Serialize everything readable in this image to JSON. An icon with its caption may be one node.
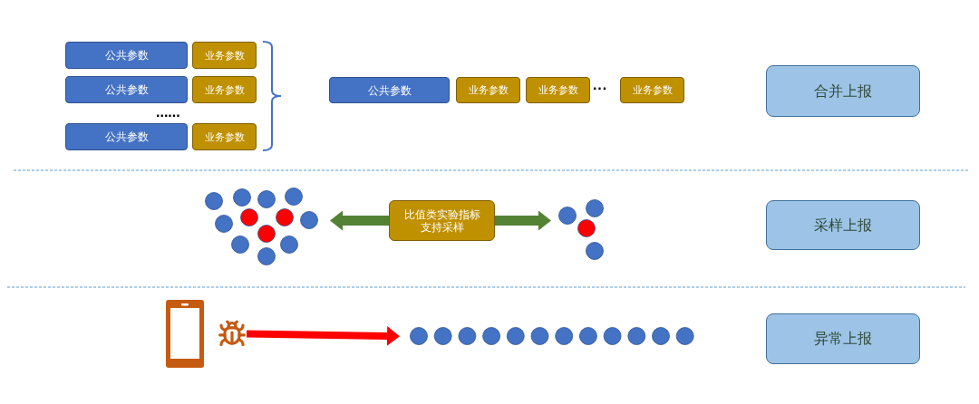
{
  "diagram": {
    "nodes": [
      {
        "text": [
          "公共参数"
        ]
      },
      {
        "text": [
          "业务参数"
        ]
      },
      {
        "text": [
          "公共参数"
        ]
      },
      {
        "text": [
          "业务参数"
        ]
      },
      {
        "text": [
          "公共参数"
        ]
      },
      {
        "text": [
          "业务参数"
        ]
      },
      {
        "text": [
          "公共参数"
        ]
      },
      {
        "text": [
          "业务参数"
        ]
      },
      {
        "text": [
          "业务参数"
        ]
      },
      {
        "text": [
          "业务参数"
        ]
      },
      {
        "text": [
          "合并上报"
        ]
      },
      {
        "text": [
          "比值类实验指标支持采样"
        ]
      },
      {
        "text": [
          "采样上报"
        ]
      },
      {
        "text": [],
        "shape": "picture"
      },
      {
        "text": [],
        "shape": "picture"
      },
      {
        "text": [
          "异常上报"
        ]
      }
    ],
    "edges": [
      {
        "from": 11,
        "to": null,
        "arrow": "to"
      },
      {
        "from": 11,
        "to": null,
        "arrow": "to"
      },
      {
        "from": 14,
        "to": null,
        "arrow": "to",
        "color": "#ff0000"
      }
    ],
    "labels": [
      "......",
      "···"
    ]
  }
}
